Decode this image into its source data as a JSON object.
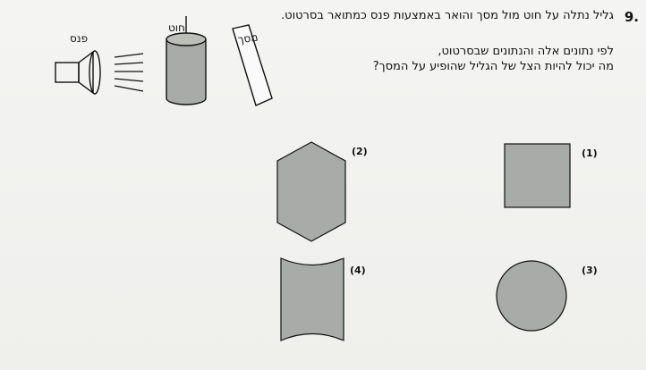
{
  "question": {
    "number": "9.",
    "text": "גליל נתלה על חוט מול מסך והואר באמצעות פנס כמתואר בסרטוט.",
    "prompt_line1": "לפי נתונים אלה והנתונים שבסרטוט,",
    "prompt_line2": "מה יכול להיות הצל של הגליל שהופיע על המסך?"
  },
  "figure": {
    "flashlight_label": "פנס",
    "string_label": "חוט",
    "screen_label": "מסך"
  },
  "options": [
    {
      "label": "(1)",
      "shape": "rectangle"
    },
    {
      "label": "(2)",
      "shape": "hexagon"
    },
    {
      "label": "(3)",
      "shape": "circle"
    },
    {
      "label": "(4)",
      "shape": "concave-rectangle"
    }
  ],
  "colors": {
    "shape_fill": "#a9aba8",
    "stroke": "#111111",
    "background": "#f1f1ef"
  }
}
